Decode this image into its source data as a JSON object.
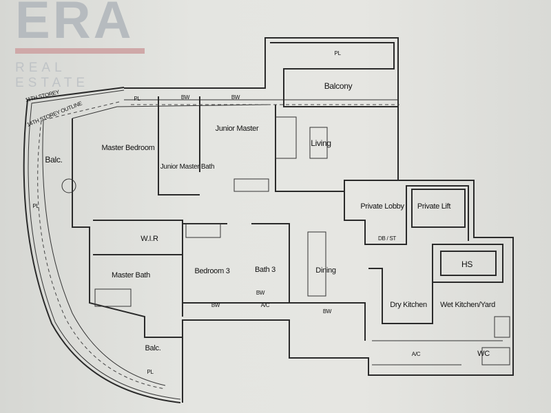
{
  "logo": {
    "brand": "ERA",
    "tagline": "REAL ESTATE"
  },
  "plan": {
    "outlines": {
      "storey_11": "11TH STOREY",
      "storey_14": "14TH STOREY OUTLINE"
    },
    "rooms": {
      "pl_top": "PL",
      "balcony": "Balcony",
      "pl_left_top": "PL",
      "bw_1": "BW",
      "bw_2": "BW",
      "master_bedroom": "Master Bedroom",
      "junior_master": "Junior Master",
      "junior_master_bath": "Junior Master Bath",
      "living": "Living",
      "balc_left": "Balc.",
      "pl_left": "PL",
      "wir": "W.I.R",
      "private_lobby": "Private Lobby",
      "private_lift": "Private Lift",
      "db_st": "DB / ST",
      "master_bath": "Master Bath",
      "bedroom_3": "Bedroom 3",
      "bath_3": "Bath 3",
      "dining": "Dining",
      "hs": "HS",
      "bw_3": "BW",
      "ac_1": "A/C",
      "bw_4": "BW",
      "bw_5": "BW",
      "dry_kitchen": "Dry Kitchen",
      "wet_kitchen": "Wet Kitchen/Yard",
      "balc_bottom": "Balc.",
      "ac_2": "A/C",
      "wc": "WC",
      "pl_bottom": "PL"
    }
  }
}
